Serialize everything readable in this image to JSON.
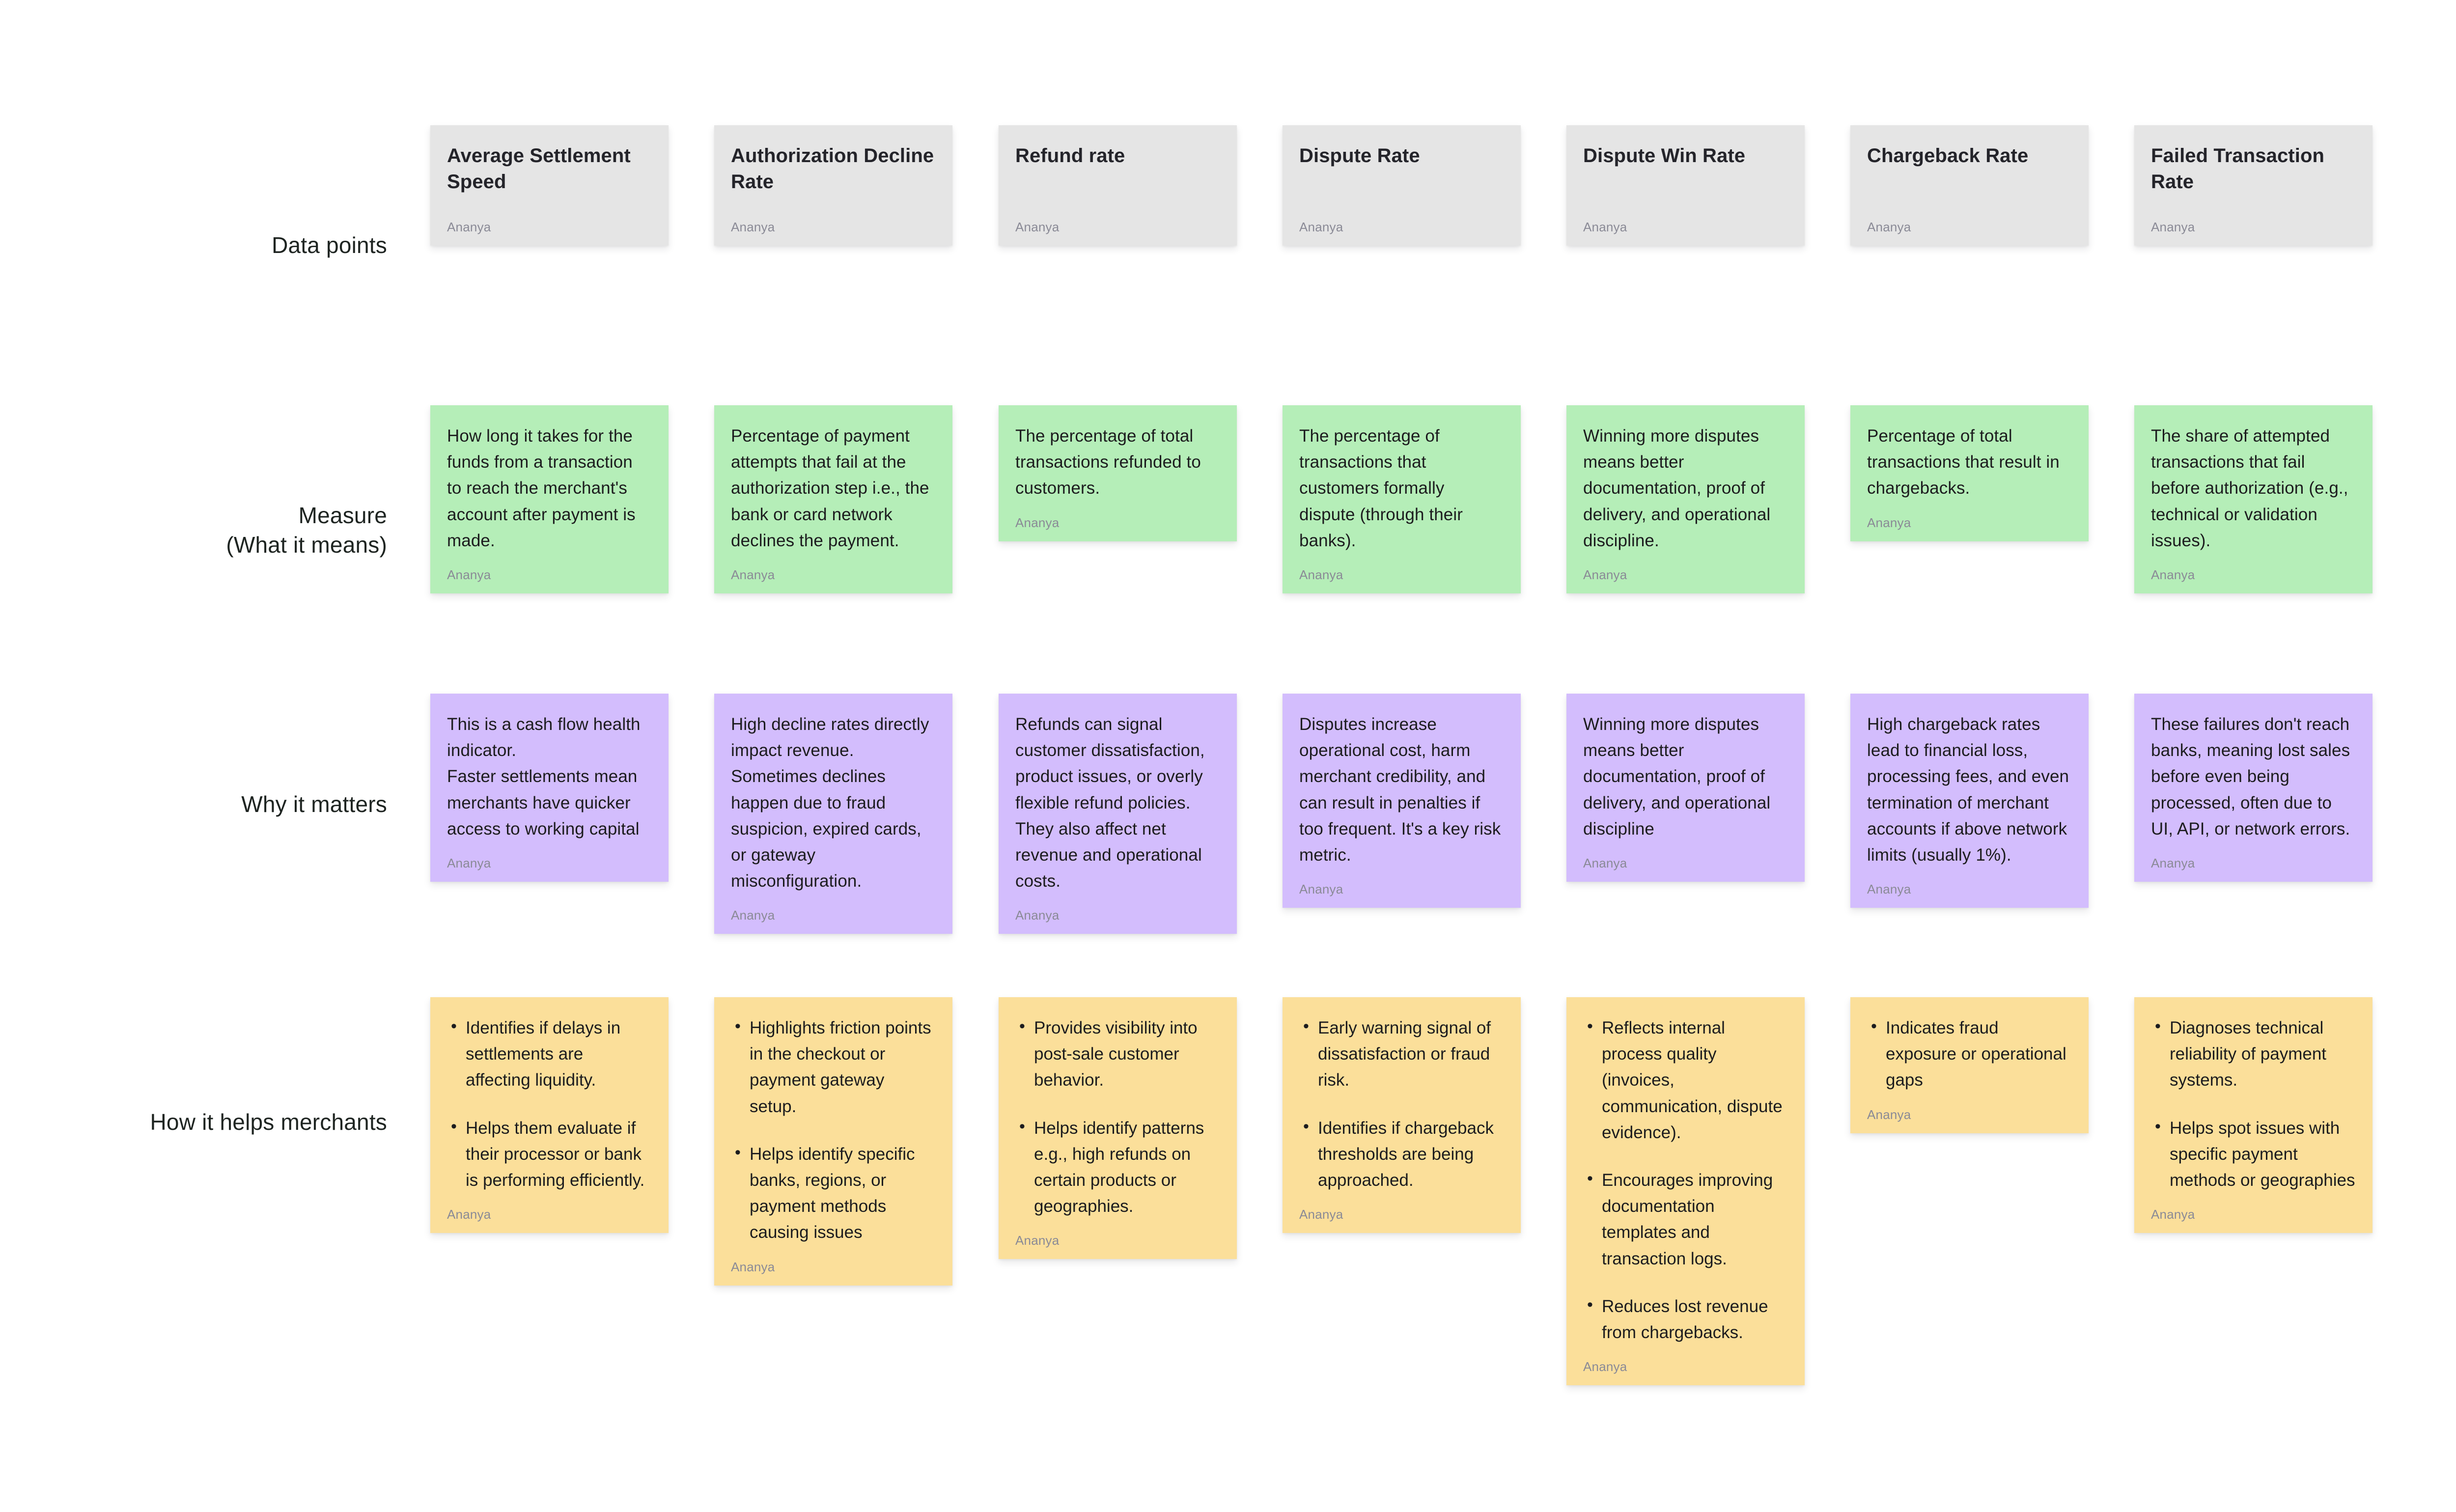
{
  "colors": {
    "canvas": "#ffffff",
    "header_card": "#e5e5e5",
    "measure_card": "#b5eeb8",
    "why_card": "#d3bdfd",
    "helps_card": "#fbdf9a",
    "text": "#1c1c1e",
    "author_text": "#8a8a96"
  },
  "author": "Ananya",
  "rows": [
    {
      "label": "Data points"
    },
    {
      "label": "Measure\n(What it means)"
    },
    {
      "label": "Why it matters"
    },
    {
      "label": "How it helps merchants"
    }
  ],
  "columns": [
    {
      "title": "Average Settlement Speed",
      "measure": "How long it takes for the funds from a transaction to reach the merchant's account after payment is made.",
      "why": "This is a cash flow health indicator.\nFaster settlements mean merchants have quicker access to working capital",
      "helps": [
        "Identifies if delays in settlements are affecting liquidity.",
        "Helps them evaluate if their processor or bank is performing efficiently."
      ]
    },
    {
      "title": "Authorization Decline Rate",
      "measure": "Percentage of payment attempts that fail at the authorization step  i.e., the bank or card network declines the payment.",
      "why": "High decline rates directly impact revenue. Sometimes declines happen due to fraud suspicion, expired cards, or gateway misconfiguration.",
      "helps": [
        "Highlights friction points in the checkout or payment gateway setup.",
        "Helps identify specific banks, regions, or payment methods causing issues"
      ]
    },
    {
      "title": "Refund rate",
      "measure": "The percentage of total transactions refunded to customers.",
      "why": "Refunds can signal customer dissatisfaction, product issues, or overly flexible refund policies. They also affect net revenue and operational costs.",
      "helps": [
        "Provides visibility into post-sale customer behavior.",
        "Helps identify patterns e.g., high refunds on certain products or geographies."
      ]
    },
    {
      "title": "Dispute Rate",
      "measure": "The percentage of transactions that customers formally dispute (through their banks).",
      "why": "Disputes increase operational cost, harm merchant credibility, and can result in penalties if too frequent. It's a key risk metric.",
      "helps": [
        "Early warning signal of dissatisfaction or fraud risk.",
        "Identifies if chargeback thresholds are being approached."
      ]
    },
    {
      "title": "Dispute Win Rate",
      "measure": "Winning more disputes means better documentation, proof of delivery, and operational discipline.",
      "why": "Winning more disputes means better documentation, proof of delivery, and operational discipline",
      "helps": [
        "Reflects internal process quality (invoices, communication, dispute evidence).",
        "Encourages improving documentation templates and transaction logs.",
        "Reduces lost revenue from chargebacks."
      ]
    },
    {
      "title": "Chargeback Rate",
      "measure": "Percentage of total transactions that result in chargebacks.",
      "why": "High chargeback rates lead to financial loss, processing fees, and even termination of merchant accounts if above network limits (usually 1%).",
      "helps": [
        "Indicates fraud exposure or operational gaps"
      ]
    },
    {
      "title": "Failed Transaction Rate",
      "measure": "The share of attempted transactions that fail before authorization (e.g., technical or validation issues).",
      "why": "These failures don't reach banks, meaning lost sales before even being processed, often due to UI, API, or network errors.",
      "helps": [
        "Diagnoses technical reliability of payment systems.",
        "Helps spot issues with specific payment methods or geographies"
      ]
    }
  ]
}
